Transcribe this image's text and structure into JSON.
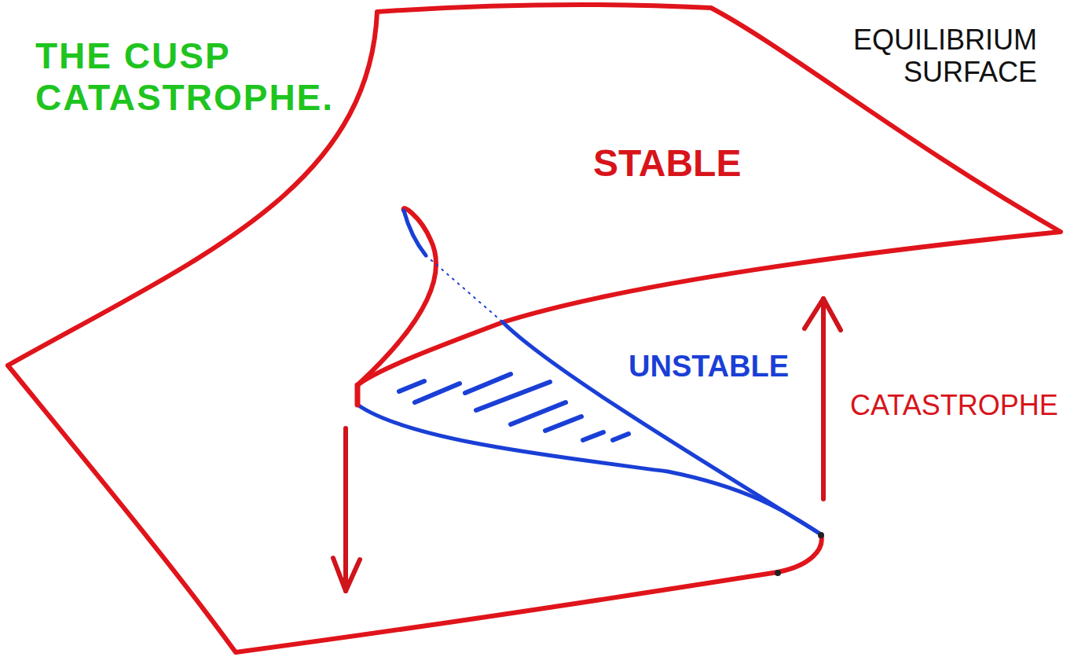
{
  "diagram": {
    "title": "THE CUSP CATASTROPHE.",
    "labels": [
      "EQUILIBRIUM SURFACE",
      "STABLE",
      "UNSTABLE",
      "CATASTROPHE"
    ]
  }
}
